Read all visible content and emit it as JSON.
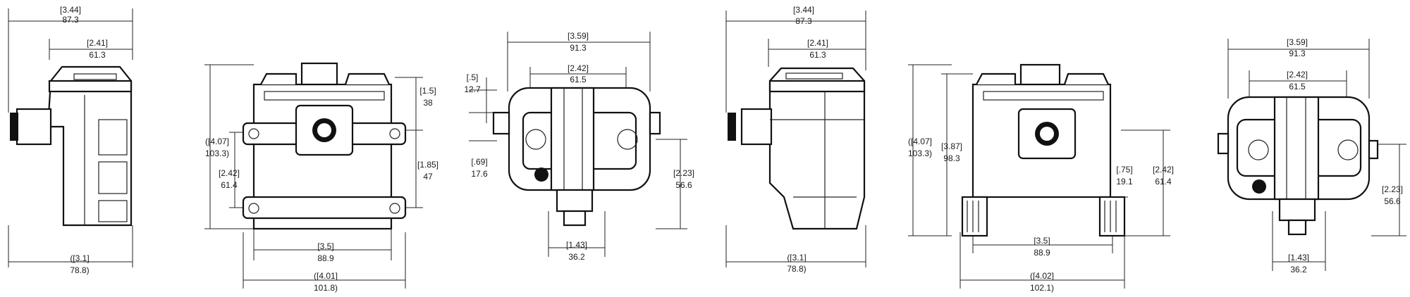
{
  "views": [
    {
      "name": "side-view-1",
      "dims": [
        {
          "in": "[3.44]",
          "mm": "87.3"
        },
        {
          "in": "[2.41]",
          "mm": "61.3"
        },
        {
          "in": "([3.1]",
          "mm": "78.8)"
        }
      ]
    },
    {
      "name": "front-view-1",
      "dims": [
        {
          "in": "([4.07]",
          "mm": "103.3)"
        },
        {
          "in": "[1.5]",
          "mm": "38"
        },
        {
          "in": "[2.42]",
          "mm": "61.4"
        },
        {
          "in": "[1.85]",
          "mm": "47"
        },
        {
          "in": "[3.5]",
          "mm": "88.9"
        },
        {
          "in": "([4.01]",
          "mm": "101.8)"
        }
      ]
    },
    {
      "name": "top-view-1",
      "dims": [
        {
          "in": "[3.59]",
          "mm": "91.3"
        },
        {
          "in": "[2.42]",
          "mm": "61.5"
        },
        {
          "in": "[.5]",
          "mm": "12.7"
        },
        {
          "in": "[.69]",
          "mm": "17.6"
        },
        {
          "in": "[2.23]",
          "mm": "56.6"
        },
        {
          "in": "[1.43]",
          "mm": "36.2"
        }
      ]
    },
    {
      "name": "side-view-2",
      "dims": [
        {
          "in": "[3.44]",
          "mm": "87.3"
        },
        {
          "in": "[2.41]",
          "mm": "61.3"
        },
        {
          "in": "([3.1]",
          "mm": "78.8)"
        }
      ]
    },
    {
      "name": "front-view-2",
      "dims": [
        {
          "in": "([4.07]",
          "mm": "103.3)"
        },
        {
          "in": "[3.87]",
          "mm": "98.3"
        },
        {
          "in": "[.75]",
          "mm": "19.1"
        },
        {
          "in": "[2.42]",
          "mm": "61.4"
        },
        {
          "in": "[3.5]",
          "mm": "88.9"
        },
        {
          "in": "([4.02]",
          "mm": "102.1)"
        }
      ]
    },
    {
      "name": "top-view-2",
      "dims": [
        {
          "in": "[3.59]",
          "mm": "91.3"
        },
        {
          "in": "[2.42]",
          "mm": "61.5"
        },
        {
          "in": "[2.23]",
          "mm": "56.6"
        },
        {
          "in": "[1.43]",
          "mm": "36.2"
        }
      ]
    }
  ]
}
